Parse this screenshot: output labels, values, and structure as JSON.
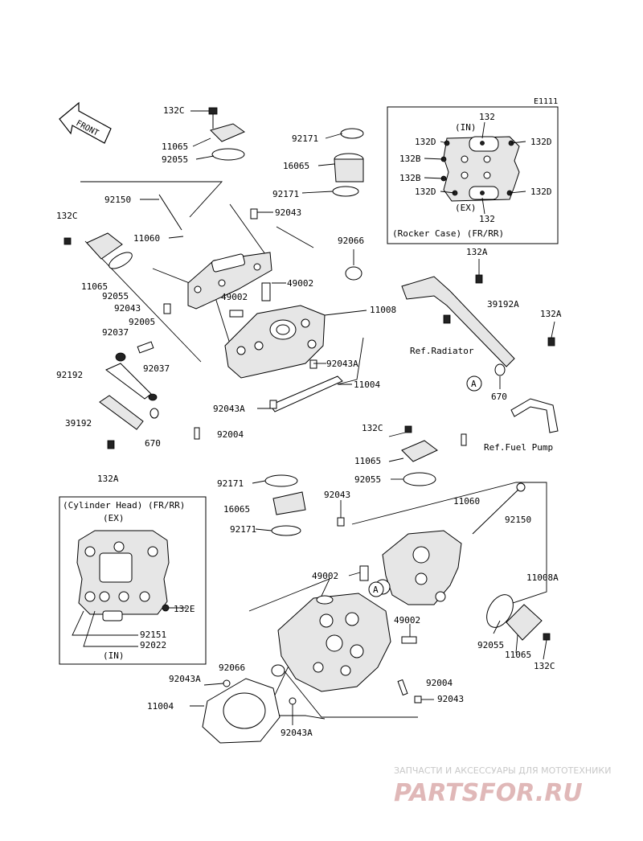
{
  "diagram_code": "E1111",
  "front_label": "FRONT",
  "ref_labels": {
    "radiator": "Ref.Radiator",
    "fuel_pump": "Ref.Fuel Pump"
  },
  "inset_rocker": {
    "in_label": "(IN)",
    "ex_label": "(EX)",
    "caption": "(Rocker Case) (FR/RR)",
    "parts": [
      "132",
      "132D",
      "132D",
      "132B",
      "132B",
      "132D",
      "132D",
      "132"
    ]
  },
  "inset_head": {
    "title": "(Cylinder Head) (FR/RR)",
    "ex_label": "(EX)",
    "in_label": "(IN)",
    "parts": [
      "132E",
      "92151",
      "92022"
    ]
  },
  "callout_a": "A",
  "parts_top": [
    "132C",
    "11065",
    "92055",
    "92171",
    "16065",
    "92171",
    "92150",
    "92043",
    "132C",
    "11060",
    "92066",
    "11065",
    "92055",
    "49002",
    "49002",
    "92043",
    "11008",
    "92005",
    "92037",
    "92043A",
    "92192",
    "92037",
    "11004",
    "92043A",
    "39192",
    "670",
    "92004",
    "132A",
    "132A",
    "39192A",
    "132A",
    "670"
  ],
  "parts_bottom": [
    "132C",
    "11065",
    "92055",
    "92171",
    "92043",
    "11060",
    "92150",
    "16065",
    "92171",
    "49002",
    "11008A",
    "49002",
    "92055",
    "11065",
    "132C",
    "92066",
    "92004",
    "92043A",
    "92043",
    "11004",
    "92043A"
  ],
  "watermark": {
    "subtitle": "ЗАПЧАСТИ И АКСЕССУАРЫ ДЛЯ МОТОТЕХНИКИ",
    "brand": "PARTSFOR.RU"
  }
}
